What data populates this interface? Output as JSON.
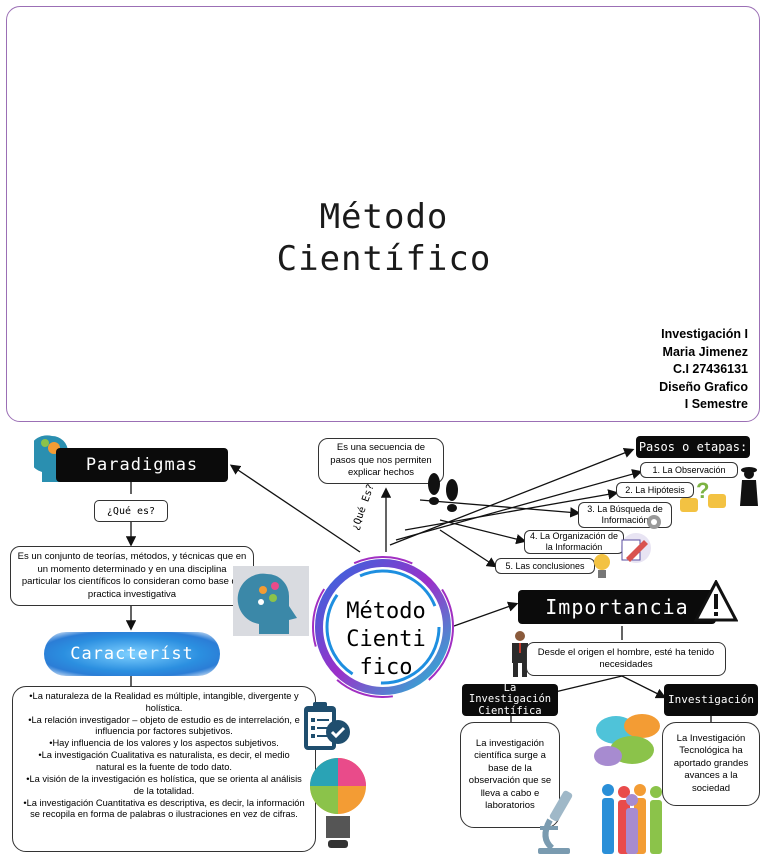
{
  "title": "Método Científico",
  "author": {
    "lines": [
      "Investigación I",
      "Maria Jimenez",
      "C.I 27436131",
      "Diseño Grafico",
      "I Semestre"
    ]
  },
  "center": {
    "label_lines": [
      "Método",
      "Cienti",
      "fico"
    ],
    "question": "¿Qué Es?"
  },
  "definition": "Es una secuencia de pasos que nos permiten explicar hechos",
  "paradigmas": {
    "label": "Paradigmas",
    "question": "¿Qué es?",
    "definition": "Es un conjunto de teorías, métodos, y técnicas que en un momento determinado y en una disciplina particular los científicos lo consideran como base de practica investigativa",
    "characteristics_label": "Característ",
    "characteristics": [
      "•La naturaleza de la Realidad es múltiple, intangible, divergente y holística.",
      "•La relación investigador – objeto de estudio es de interrelación, e influencia por factores subjetivos.",
      "•Hay influencia de los valores y los aspectos subjetivos.",
      "•La investigación Cualitativa es naturalista, es decir, el medio natural es la fuente de todo dato.",
      "•La visión de la investigación es holística, que se orienta al análisis de la totalidad.",
      "•La investigación Cuantitativa es descriptiva, es decir, la información se recopila en forma de palabras o ilustraciones en vez de cifras."
    ]
  },
  "pasos": {
    "label": "Pasos o etapas:",
    "steps": [
      "1. La Observación",
      "2. La Hipótesis",
      "3. La Búsqueda de Información",
      "4. La Organización de la Información",
      "5. Las conclusiones"
    ]
  },
  "importancia": {
    "label": "Importancia",
    "intro": "Desde el origen el hombre, esté ha tenido necesidades",
    "cientifica": {
      "label": "La Investigación Científica",
      "text": "La investigación científica surge a base de la observación que se lleva a cabo e laboratorios"
    },
    "tecnologica": {
      "label": "Investigación",
      "text": "La Investigación Tecnológica ha aportado grandes avances a la sociedad"
    }
  },
  "colors": {
    "accent_blue": "#2b8fe0",
    "card_border": "#9b6fb5",
    "dark": "#0b0b0b"
  }
}
